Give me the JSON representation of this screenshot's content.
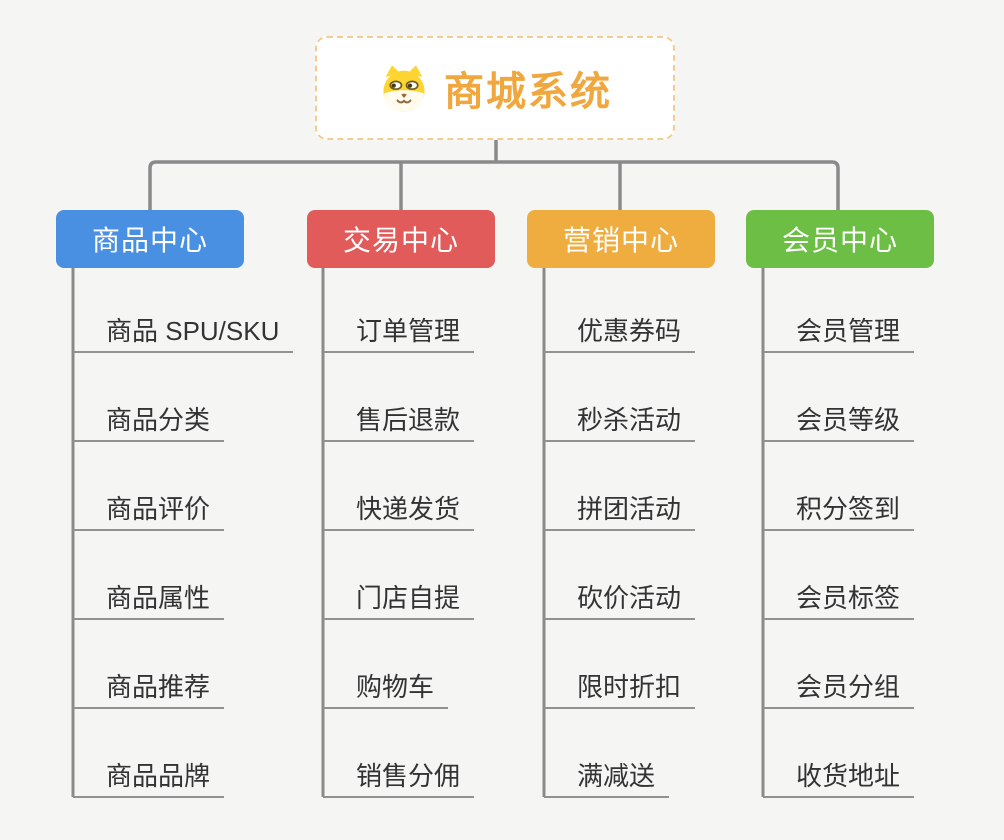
{
  "root": {
    "title": "商城系统",
    "icon": "dog-face-icon"
  },
  "branches": [
    {
      "label": "商品中心",
      "color": "#4a90e2",
      "children": [
        "商品 SPU/SKU",
        "商品分类",
        "商品评价",
        "商品属性",
        "商品推荐",
        "商品品牌"
      ]
    },
    {
      "label": "交易中心",
      "color": "#e25b5b",
      "children": [
        "订单管理",
        "售后退款",
        "快递发货",
        "门店自提",
        "购物车",
        "销售分佣"
      ]
    },
    {
      "label": "营销中心",
      "color": "#eead3e",
      "children": [
        "优惠券码",
        "秒杀活动",
        "拼团活动",
        "砍价活动",
        "限时折扣",
        "满减送"
      ]
    },
    {
      "label": "会员中心",
      "color": "#6cbe45",
      "children": [
        "会员管理",
        "会员等级",
        "积分签到",
        "会员标签",
        "会员分组",
        "收货地址"
      ]
    }
  ],
  "colors": {
    "background": "#f5f5f4",
    "connector_line": "#8a8a8a",
    "leaf_underline": "#919191",
    "leaf_text": "#333333",
    "root_text": "#f0a73e",
    "root_border": "#f3cd90",
    "branch_text": "#ffffff"
  }
}
